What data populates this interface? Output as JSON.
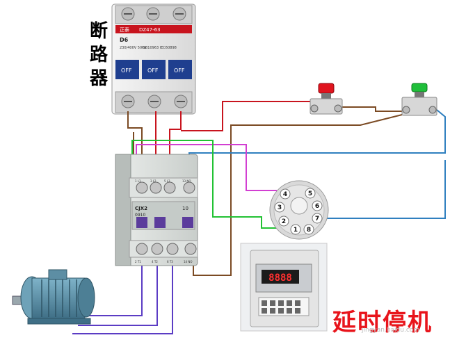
{
  "labels": {
    "breaker_char1": "断",
    "breaker_char2": "路",
    "breaker_char3": "器",
    "timer_title": "延时停机"
  },
  "breaker": {
    "brand": "正泰",
    "model": "DZ47-63",
    "rating": "D6",
    "spec": "230/400V 50Hz",
    "std": "GB10963 IEC60898",
    "off_label": "OFF"
  },
  "contactor": {
    "model": "CJX2",
    "code": "0910",
    "side_label": "10",
    "top_terminals": [
      "1 L1",
      "3 L2",
      "5 L3",
      "13 NO"
    ],
    "bottom_terminals": [
      "2 T1",
      "4 T2",
      "6 T3",
      "14 NO"
    ]
  },
  "relay_base": {
    "pins": [
      "1",
      "2",
      "3",
      "4",
      "5",
      "6",
      "7",
      "8"
    ]
  },
  "timer_display": "8888",
  "watermark": "jingyan.baidu.com",
  "colors": {
    "wire_red": "#c8141e",
    "wire_brown": "#7b4a23",
    "wire_purple": "#5b3cc4",
    "wire_blue": "#2f7fbf",
    "wire_green": "#22c233",
    "wire_magenta": "#d23fd2",
    "stop_button": "#e0141e",
    "start_button": "#1fbf3a"
  }
}
